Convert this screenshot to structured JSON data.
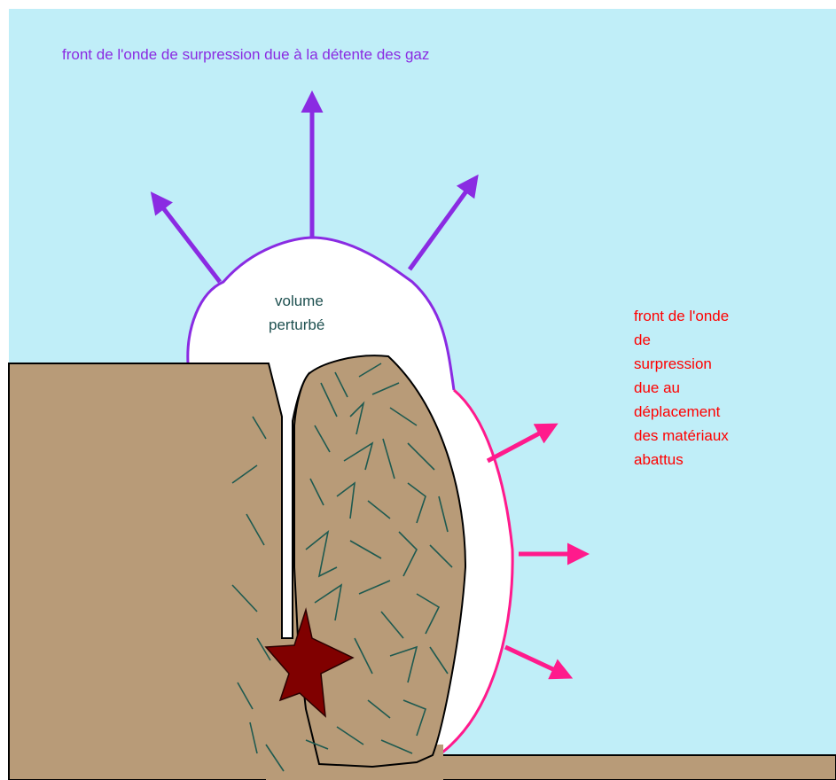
{
  "labels": {
    "gas_front": "front de l'onde de surpression due à la détente des gaz",
    "disturbed_volume": [
      "volume",
      "perturbé"
    ],
    "material_front": [
      "front de l'onde",
      "de",
      "surpression",
      "due au",
      "déplacement",
      "des matériaux",
      "abattus"
    ]
  },
  "colors": {
    "sky": "#c0eef8",
    "ground": "#b89b78",
    "gas_front": "#8a2be2",
    "material_front": "#ff1a8c",
    "material_text": "#ff0000",
    "volume_text": "#1e5050",
    "fracture_lines": "#1e5a50",
    "explosion": "#800000"
  }
}
